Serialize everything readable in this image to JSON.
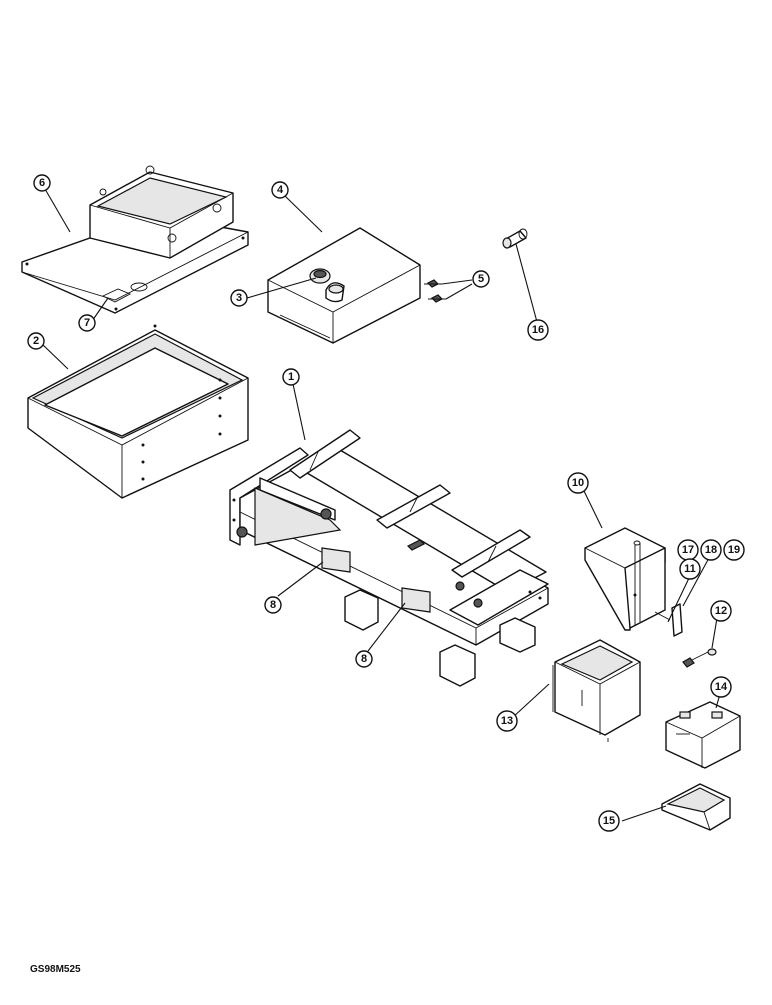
{
  "drawing_code": "GS98M525",
  "callouts": [
    "1",
    "2",
    "3",
    "4",
    "5",
    "6",
    "7",
    "8",
    "8",
    "10",
    "11",
    "12",
    "13",
    "14",
    "15",
    "16",
    "17",
    "18",
    "19"
  ]
}
